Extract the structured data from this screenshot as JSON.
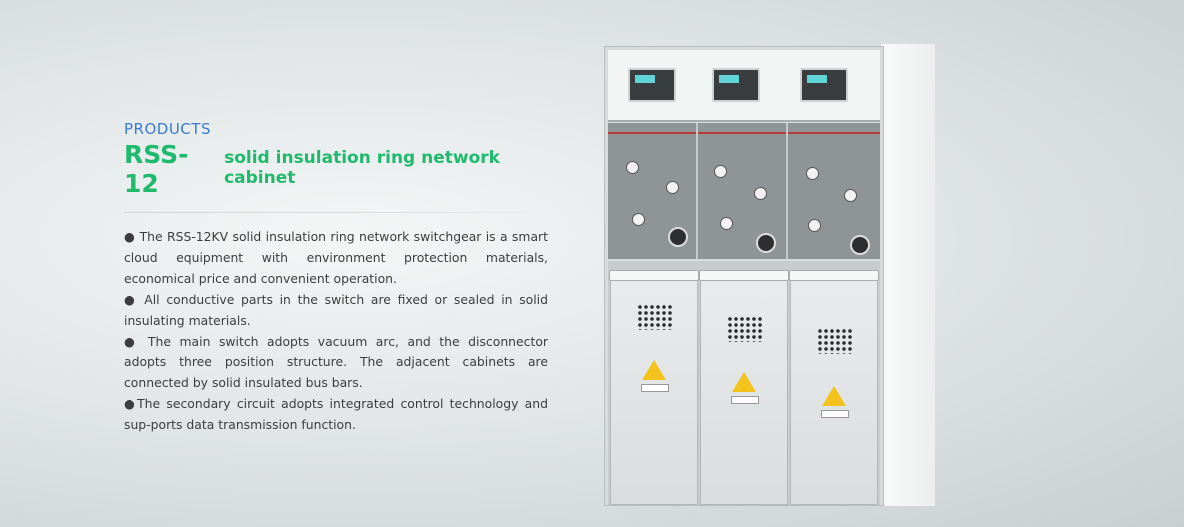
{
  "section_label": "PRODUCTS",
  "title": {
    "main": "RSS-12",
    "sub": "solid insulation ring network cabinet"
  },
  "description": [
    "● The RSS-12KV solid insulation ring network switchgear is a smart cloud equipment with environment protection materials, economical price and convenient operation.",
    "● All conductive parts in the switch are fixed or sealed in solid insulating materials.",
    "● The main switch adopts vacuum arc, and the disconnector adopts three position structure. The adjacent cabinets are connected by solid insulated bus bars.",
    "●The secondary circuit adopts integrated control technology and sup-ports data transmission function."
  ],
  "colors": {
    "label_blue": "#3b7bd3",
    "title_green": "#1fba6e",
    "body_text": "#3d3d3d"
  },
  "image": {
    "name": "ring-network-cabinet-product-photo",
    "bays": 3
  }
}
